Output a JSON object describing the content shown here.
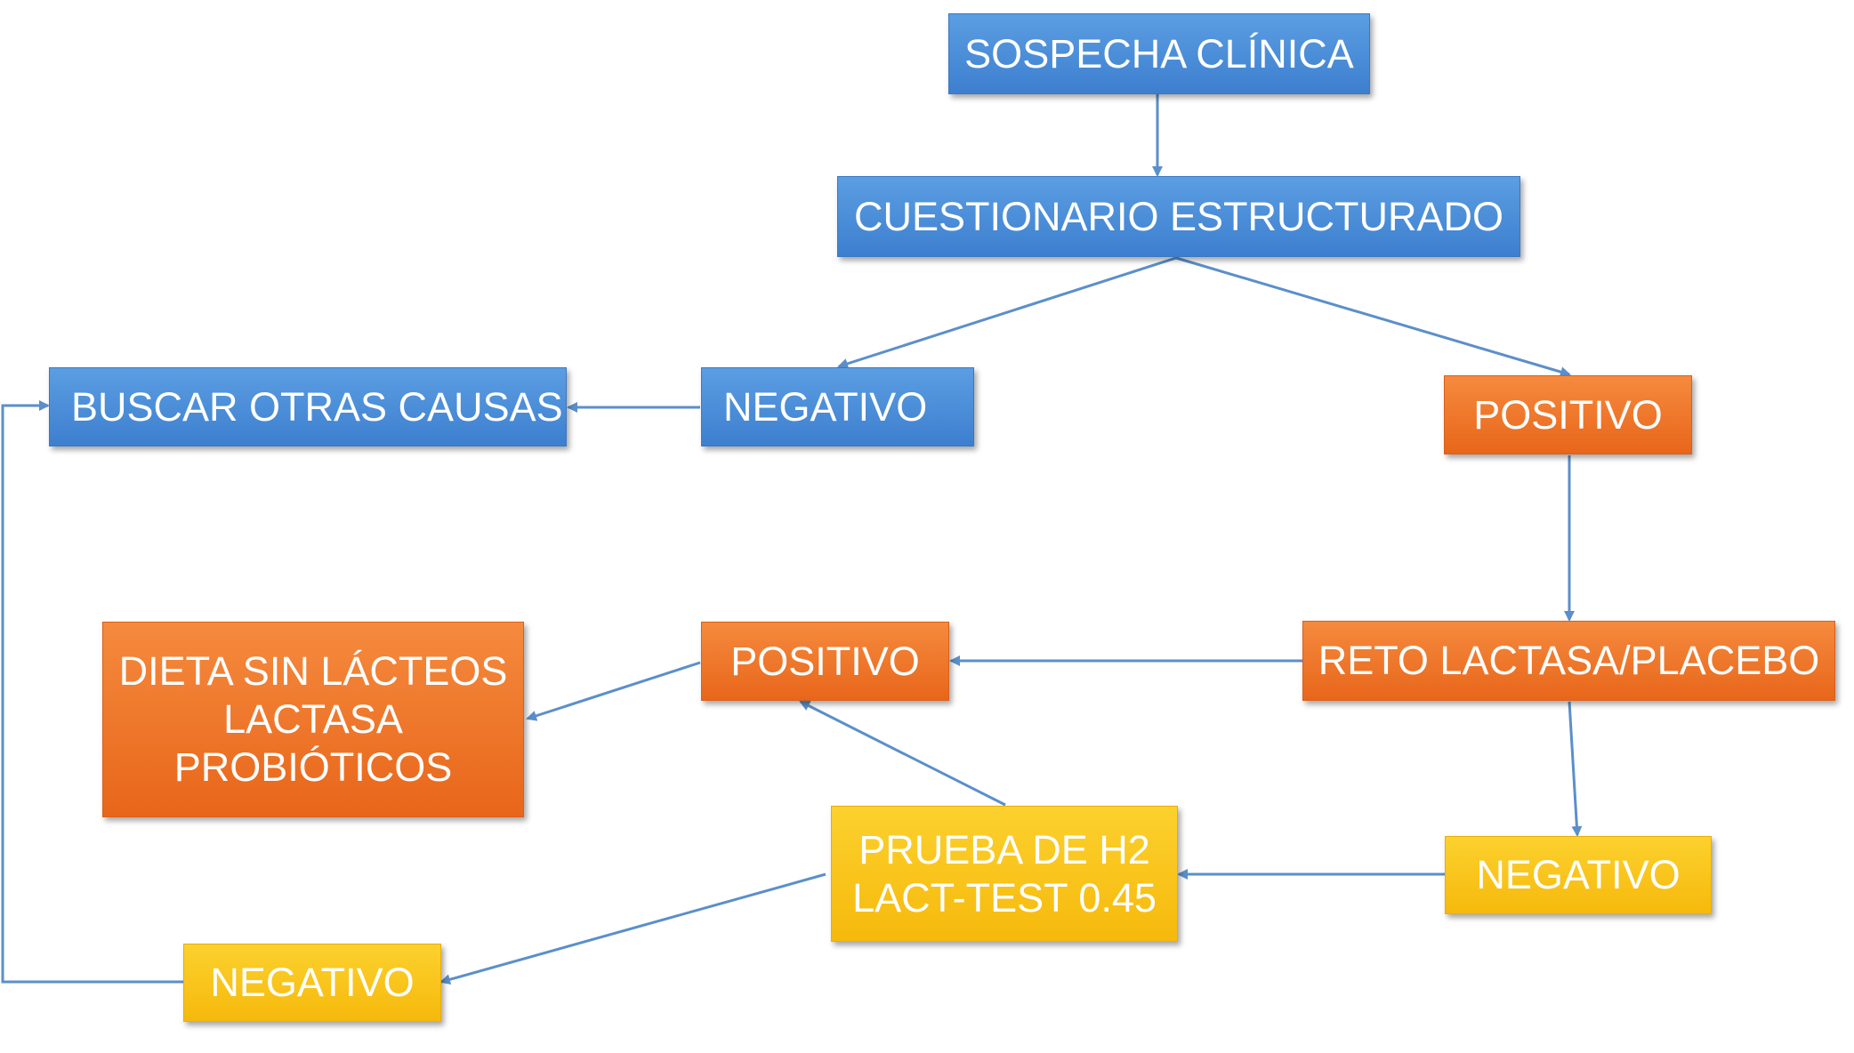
{
  "colors": {
    "blue": "#4a8ddb",
    "orange": "#ef7729",
    "yellow": "#f9c51a",
    "connector": "#5b8fca"
  },
  "nodes": {
    "sospecha": {
      "text": "SOSPECHA CLÍNICA"
    },
    "cuestionario": {
      "text": "CUESTIONARIO ESTRUCTURADO"
    },
    "negativo_q": {
      "text": "NEGATIVO"
    },
    "buscar": {
      "text": "BUSCAR OTRAS CAUSAS"
    },
    "positivo_q": {
      "text": "POSITIVO"
    },
    "reto": {
      "text": "RETO LACTASA/PLACEBO"
    },
    "positivo_r": {
      "text": "POSITIVO"
    },
    "dieta": {
      "lines": [
        "DIETA SIN LÁCTEOS",
        "LACTASA",
        "PROBIÓTICOS"
      ]
    },
    "negativo_r": {
      "text": "NEGATIVO"
    },
    "prueba": {
      "lines": [
        "PRUEBA DE H2",
        "LACT-TEST 0.45"
      ]
    },
    "negativo_p": {
      "text": "NEGATIVO"
    }
  }
}
